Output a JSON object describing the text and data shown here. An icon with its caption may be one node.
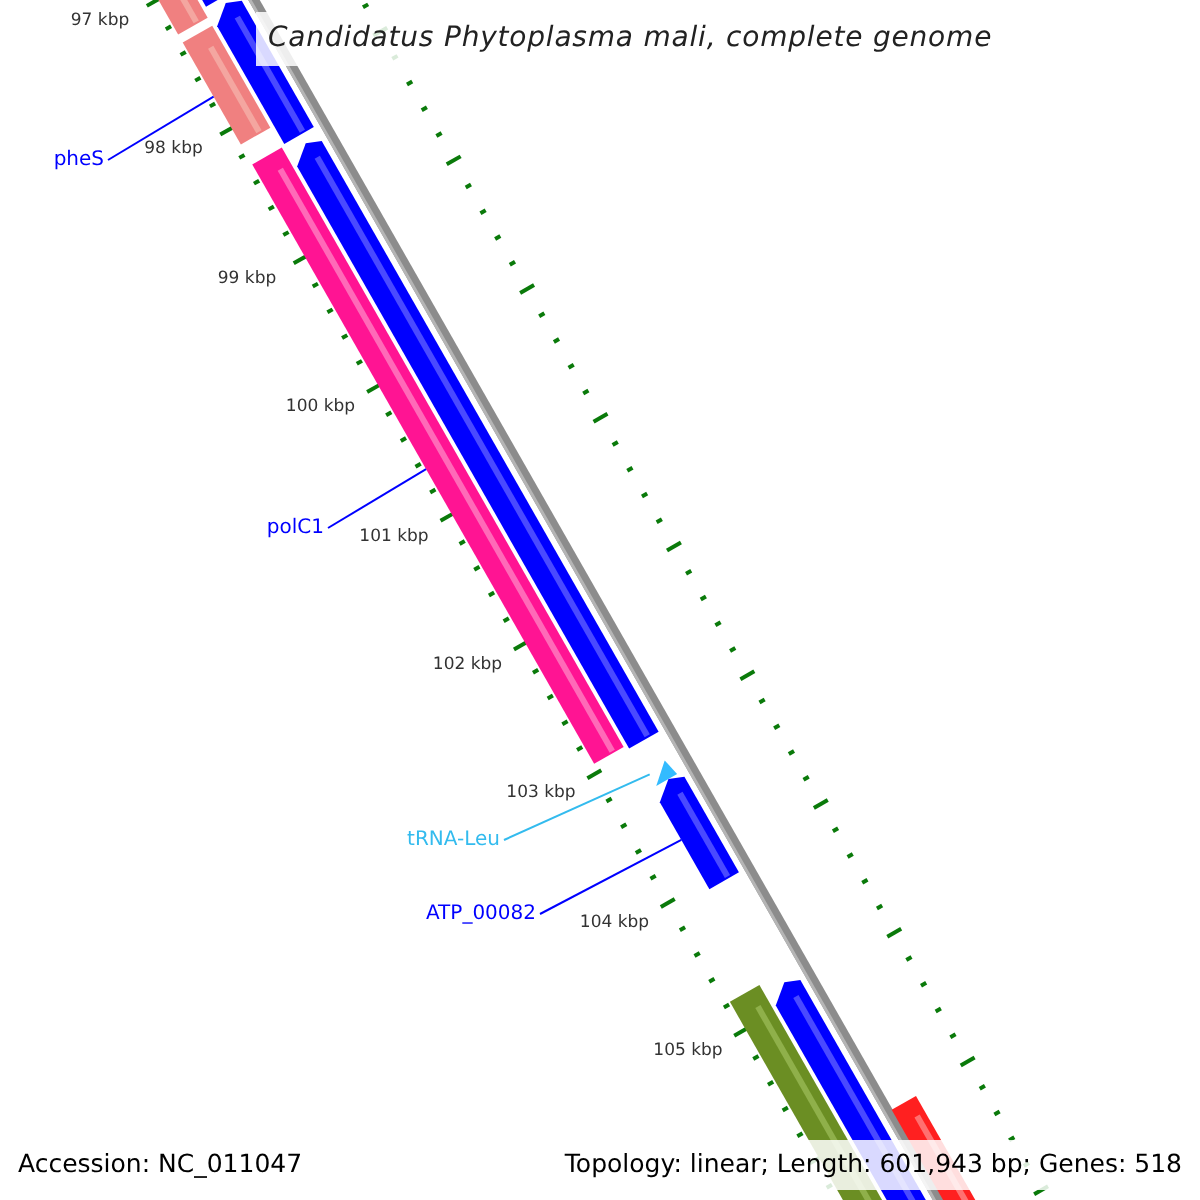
{
  "diagram": {
    "title": "Candidatus Phytoplasma mali, complete genome",
    "nodes": [
      {
        "text": [
          "pheS"
        ]
      },
      {
        "text": [],
        "shape": "bar"
      },
      {
        "text": [
          "polC1"
        ]
      },
      {
        "text": [],
        "shape": "bar"
      },
      {
        "text": [
          "tRNA-Leu"
        ]
      },
      {
        "text": [],
        "shape": "triangle"
      },
      {
        "text": [
          "ATP_00082"
        ]
      },
      {
        "text": [],
        "shape": "bar"
      }
    ],
    "edges": [
      {
        "from": 0,
        "to": 1,
        "arrow": "none"
      },
      {
        "from": 2,
        "to": 3,
        "arrow": "none"
      },
      {
        "from": 4,
        "to": 5,
        "arrow": "none",
        "color": "#33bbee"
      },
      {
        "from": 6,
        "to": 7,
        "arrow": "none"
      }
    ],
    "labels": [
      "97 kbp",
      "98 kbp",
      "99 kbp",
      "100 kbp",
      "101 kbp",
      "102 kbp",
      "103 kbp",
      "104 kbp",
      "105 kbp",
      "Accession: NC_011047",
      "Topology: linear; Length: 601,943 bp; Genes: 518"
    ]
  }
}
